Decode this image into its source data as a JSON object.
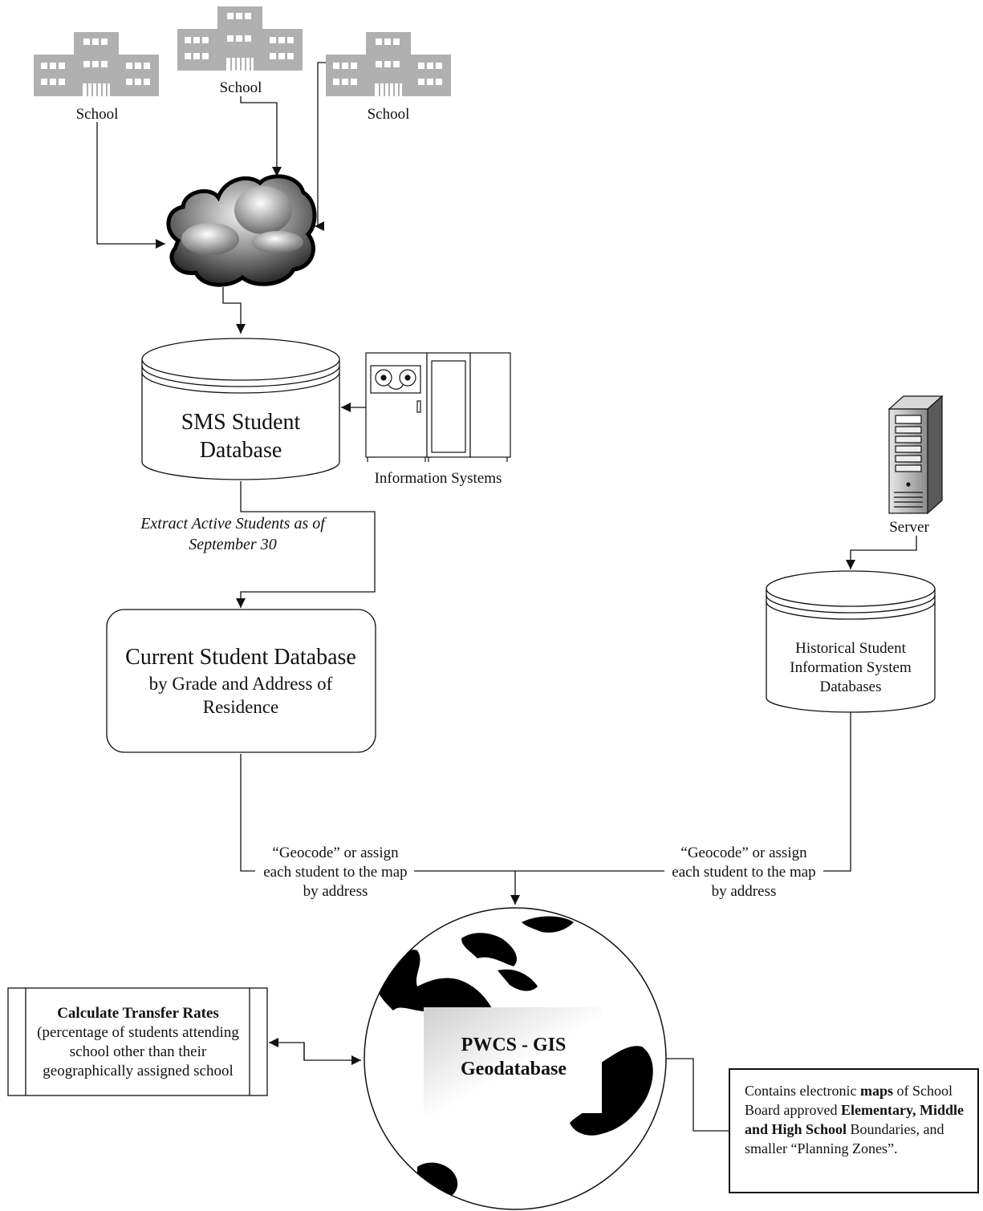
{
  "schools": [
    {
      "label": "School"
    },
    {
      "label": "School"
    },
    {
      "label": "School"
    }
  ],
  "sms_database": {
    "line1": "SMS Student",
    "line2": "Database"
  },
  "information_systems": {
    "label": "Information Systems"
  },
  "extract_label": {
    "line1": "Extract Active Students as of",
    "line2": "September 30"
  },
  "current_database": {
    "title": "Current Student Database",
    "line2": "by Grade and Address of",
    "line3": "Residence"
  },
  "server": {
    "label": "Server"
  },
  "historical_database": {
    "line1": "Historical Student",
    "line2": "Information System",
    "line3": "Databases"
  },
  "geocode_left": {
    "line1": "“Geocode” or  assign",
    "line2": "each student to the map",
    "line3": "by address"
  },
  "geocode_right": {
    "line1": "“Geocode” or  assign",
    "line2": "each student to the map",
    "line3": "by address"
  },
  "transfer_rates": {
    "title": "Calculate Transfer Rates",
    "line2": "(percentage of students attending",
    "line3": "school other than their",
    "line4": "geographically assigned school"
  },
  "geodatabase": {
    "line1": "PWCS - GIS",
    "line2": "Geodatabase"
  },
  "note": {
    "part1": "Contains electronic ",
    "bold1": "maps",
    "part2": " of School Board approved ",
    "bold2": "Elementary, Middle and High School",
    "part3": " Boundaries, and smaller “Planning Zones”."
  }
}
